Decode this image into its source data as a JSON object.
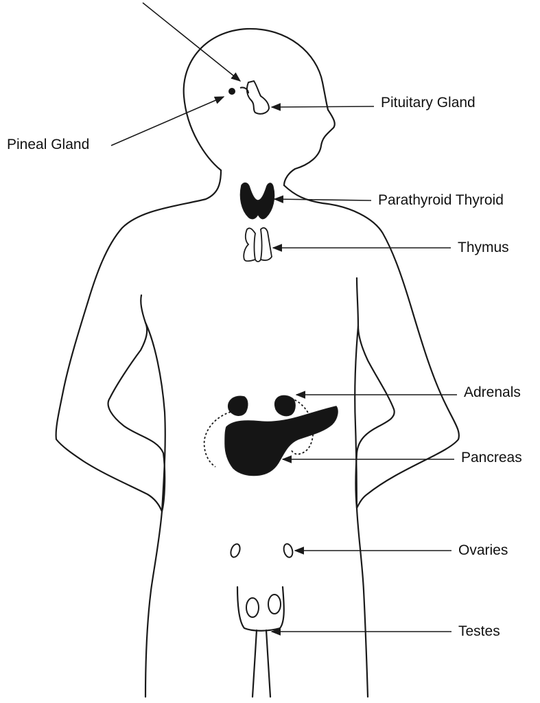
{
  "labels": {
    "pituitary": "Pituitary Gland",
    "pineal": "Pineal Gland",
    "parathyroid_thyroid": "Parathyroid Thyroid",
    "thymus": "Thymus",
    "adrenals": "Adrenals",
    "pancreas": "Pancreas",
    "ovaries": "Ovaries",
    "testes": "Testes"
  },
  "colors": {
    "outline": "#1a1a1a",
    "gland_fill": "#151515",
    "background": "#ffffff"
  }
}
